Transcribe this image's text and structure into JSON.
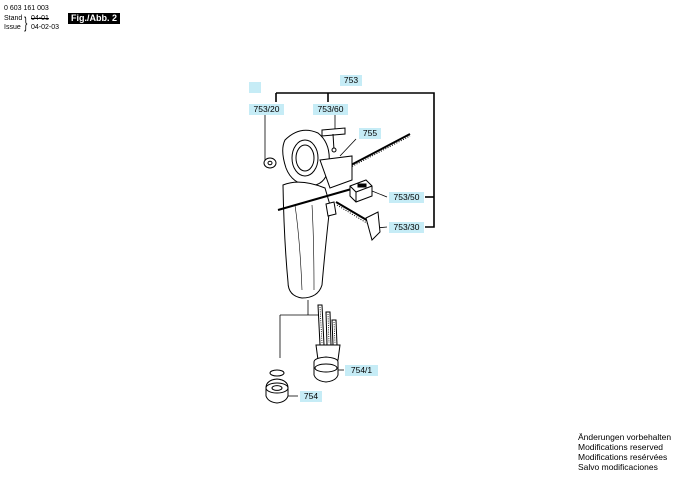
{
  "header": {
    "doc_number": "0 603 161 003",
    "stand_label": "Stand",
    "stand_value": "04-01",
    "issue_label": "Issue",
    "issue_value": "04-02-03",
    "figure_label": "Fig./Abb. 2"
  },
  "callouts": {
    "blank": "",
    "p753": "753",
    "p753_20": "753/20",
    "p753_60": "753/60",
    "p755": "755",
    "p753_50": "753/50",
    "p753_30": "753/30",
    "p754_1": "754/1",
    "p754": "754"
  },
  "footer": {
    "lines": [
      "Änderungen vorbehalten",
      "Modifications reserved",
      "Modifications resérvées",
      "Salvo modificaciones"
    ]
  }
}
